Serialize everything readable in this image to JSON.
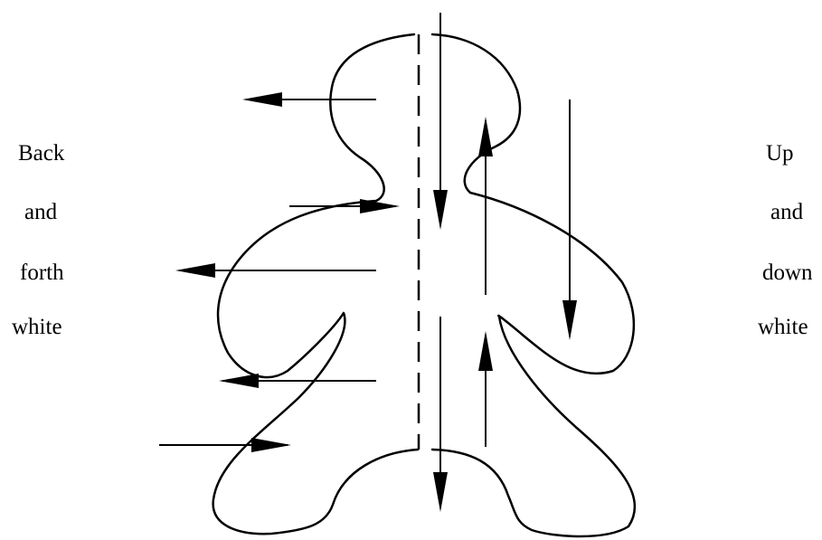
{
  "diagram": {
    "left_caption": [
      "Back",
      "and",
      "forth",
      "white"
    ],
    "right_caption": [
      "Up",
      "and",
      "down",
      "white"
    ],
    "colors": {
      "ink": "#000000",
      "background": "#ffffff"
    }
  }
}
